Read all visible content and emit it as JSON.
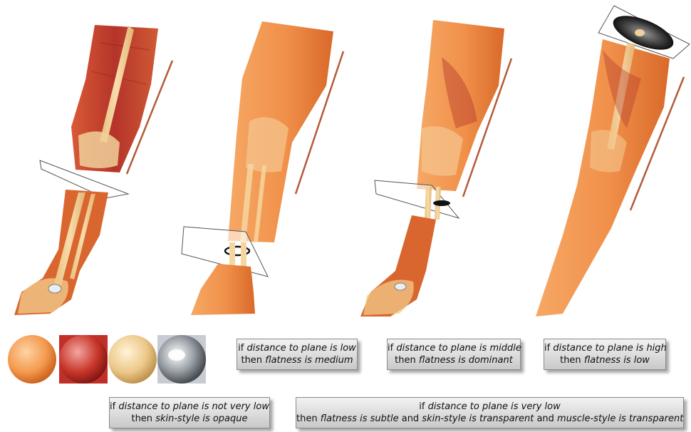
{
  "materials": [
    {
      "name": "skin-material-sphere",
      "base": "#f39a4e",
      "light": "#ffd3a4",
      "dark": "#c95a18"
    },
    {
      "name": "muscle-material-sphere",
      "base": "#c8362a",
      "light": "#f2a6a0",
      "dark": "#7a1310"
    },
    {
      "name": "bone-material-sphere",
      "base": "#ecc889",
      "light": "#fff3d6",
      "dark": "#b88b45"
    },
    {
      "name": "metal-material-sphere",
      "base": "#9aa0a6",
      "light": "#ffffff",
      "dark": "#2a2e33"
    }
  ],
  "colors": {
    "skin": "#f0924a",
    "skin_dark": "#c8541c",
    "muscle": "#b8372a",
    "bone": "#f3d29a",
    "plane_stroke": "#555555",
    "rod": "#b55a38"
  },
  "rules": [
    {
      "pre1": "if ",
      "it1": "distance to plane is low",
      "post1": "",
      "pre2": "then ",
      "it2": "flatness is medium",
      "post2": ""
    },
    {
      "pre1": "if ",
      "it1": "distance to plane is middle",
      "post1": "",
      "pre2": "then ",
      "it2": "flatness is dominant",
      "post2": ""
    },
    {
      "pre1": "if ",
      "it1": "distance to plane is high",
      "post1": "",
      "pre2": "then ",
      "it2": "flatness is low",
      "post2": ""
    },
    {
      "pre1": "if  ",
      "it1": "distance to plane is not very low",
      "post1": "",
      "pre2": "then ",
      "it2": "skin-style is opaque",
      "post2": ""
    },
    {
      "pre1": "if ",
      "it1": "distance to plane is very low",
      "post1": "",
      "pre2": "then ",
      "it2": "flatness is subtle",
      "mid2": " and ",
      "it3": "skin-style is transparent",
      "mid3": " and ",
      "it4": "muscle-style is transparent"
    }
  ]
}
